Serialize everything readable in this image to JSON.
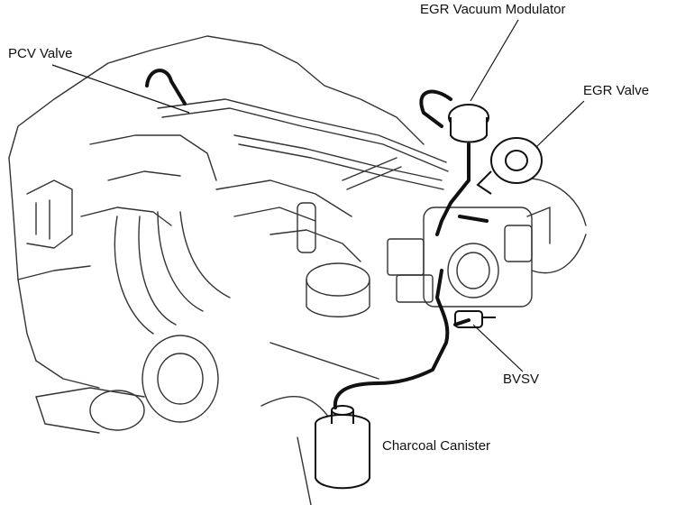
{
  "labels": {
    "pcv_valve": "PCV Valve",
    "egr_vacuum_modulator": "EGR Vacuum Modulator",
    "egr_valve": "EGR Valve",
    "bvsv": "BVSV",
    "charcoal_canister": "Charcoal Canister"
  },
  "colors": {
    "background": "#ffffff",
    "outline": "#333333",
    "hose": "#111111"
  }
}
